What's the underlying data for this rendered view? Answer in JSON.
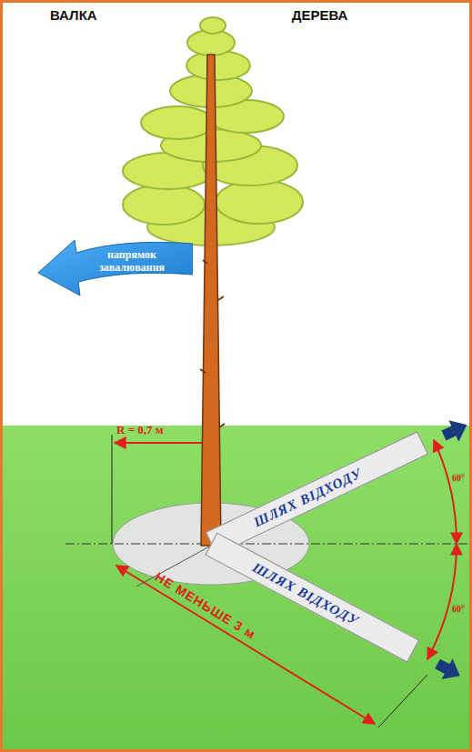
{
  "diagram": {
    "title": "ВАЛКА ДЕРЕВА",
    "nodes": [
      {
        "text": [
          "напрямок завалювання"
        ]
      },
      {
        "text": [
          "ШЛЯХ ВІДХОДУ"
        ]
      },
      {
        "text": [
          "ШЛЯХ ВІДХОДУ"
        ]
      }
    ],
    "labels": [
      "R = 0,7 м",
      "60°",
      "60°",
      "НЕ МЕНЬШЕ 3 м"
    ]
  }
}
